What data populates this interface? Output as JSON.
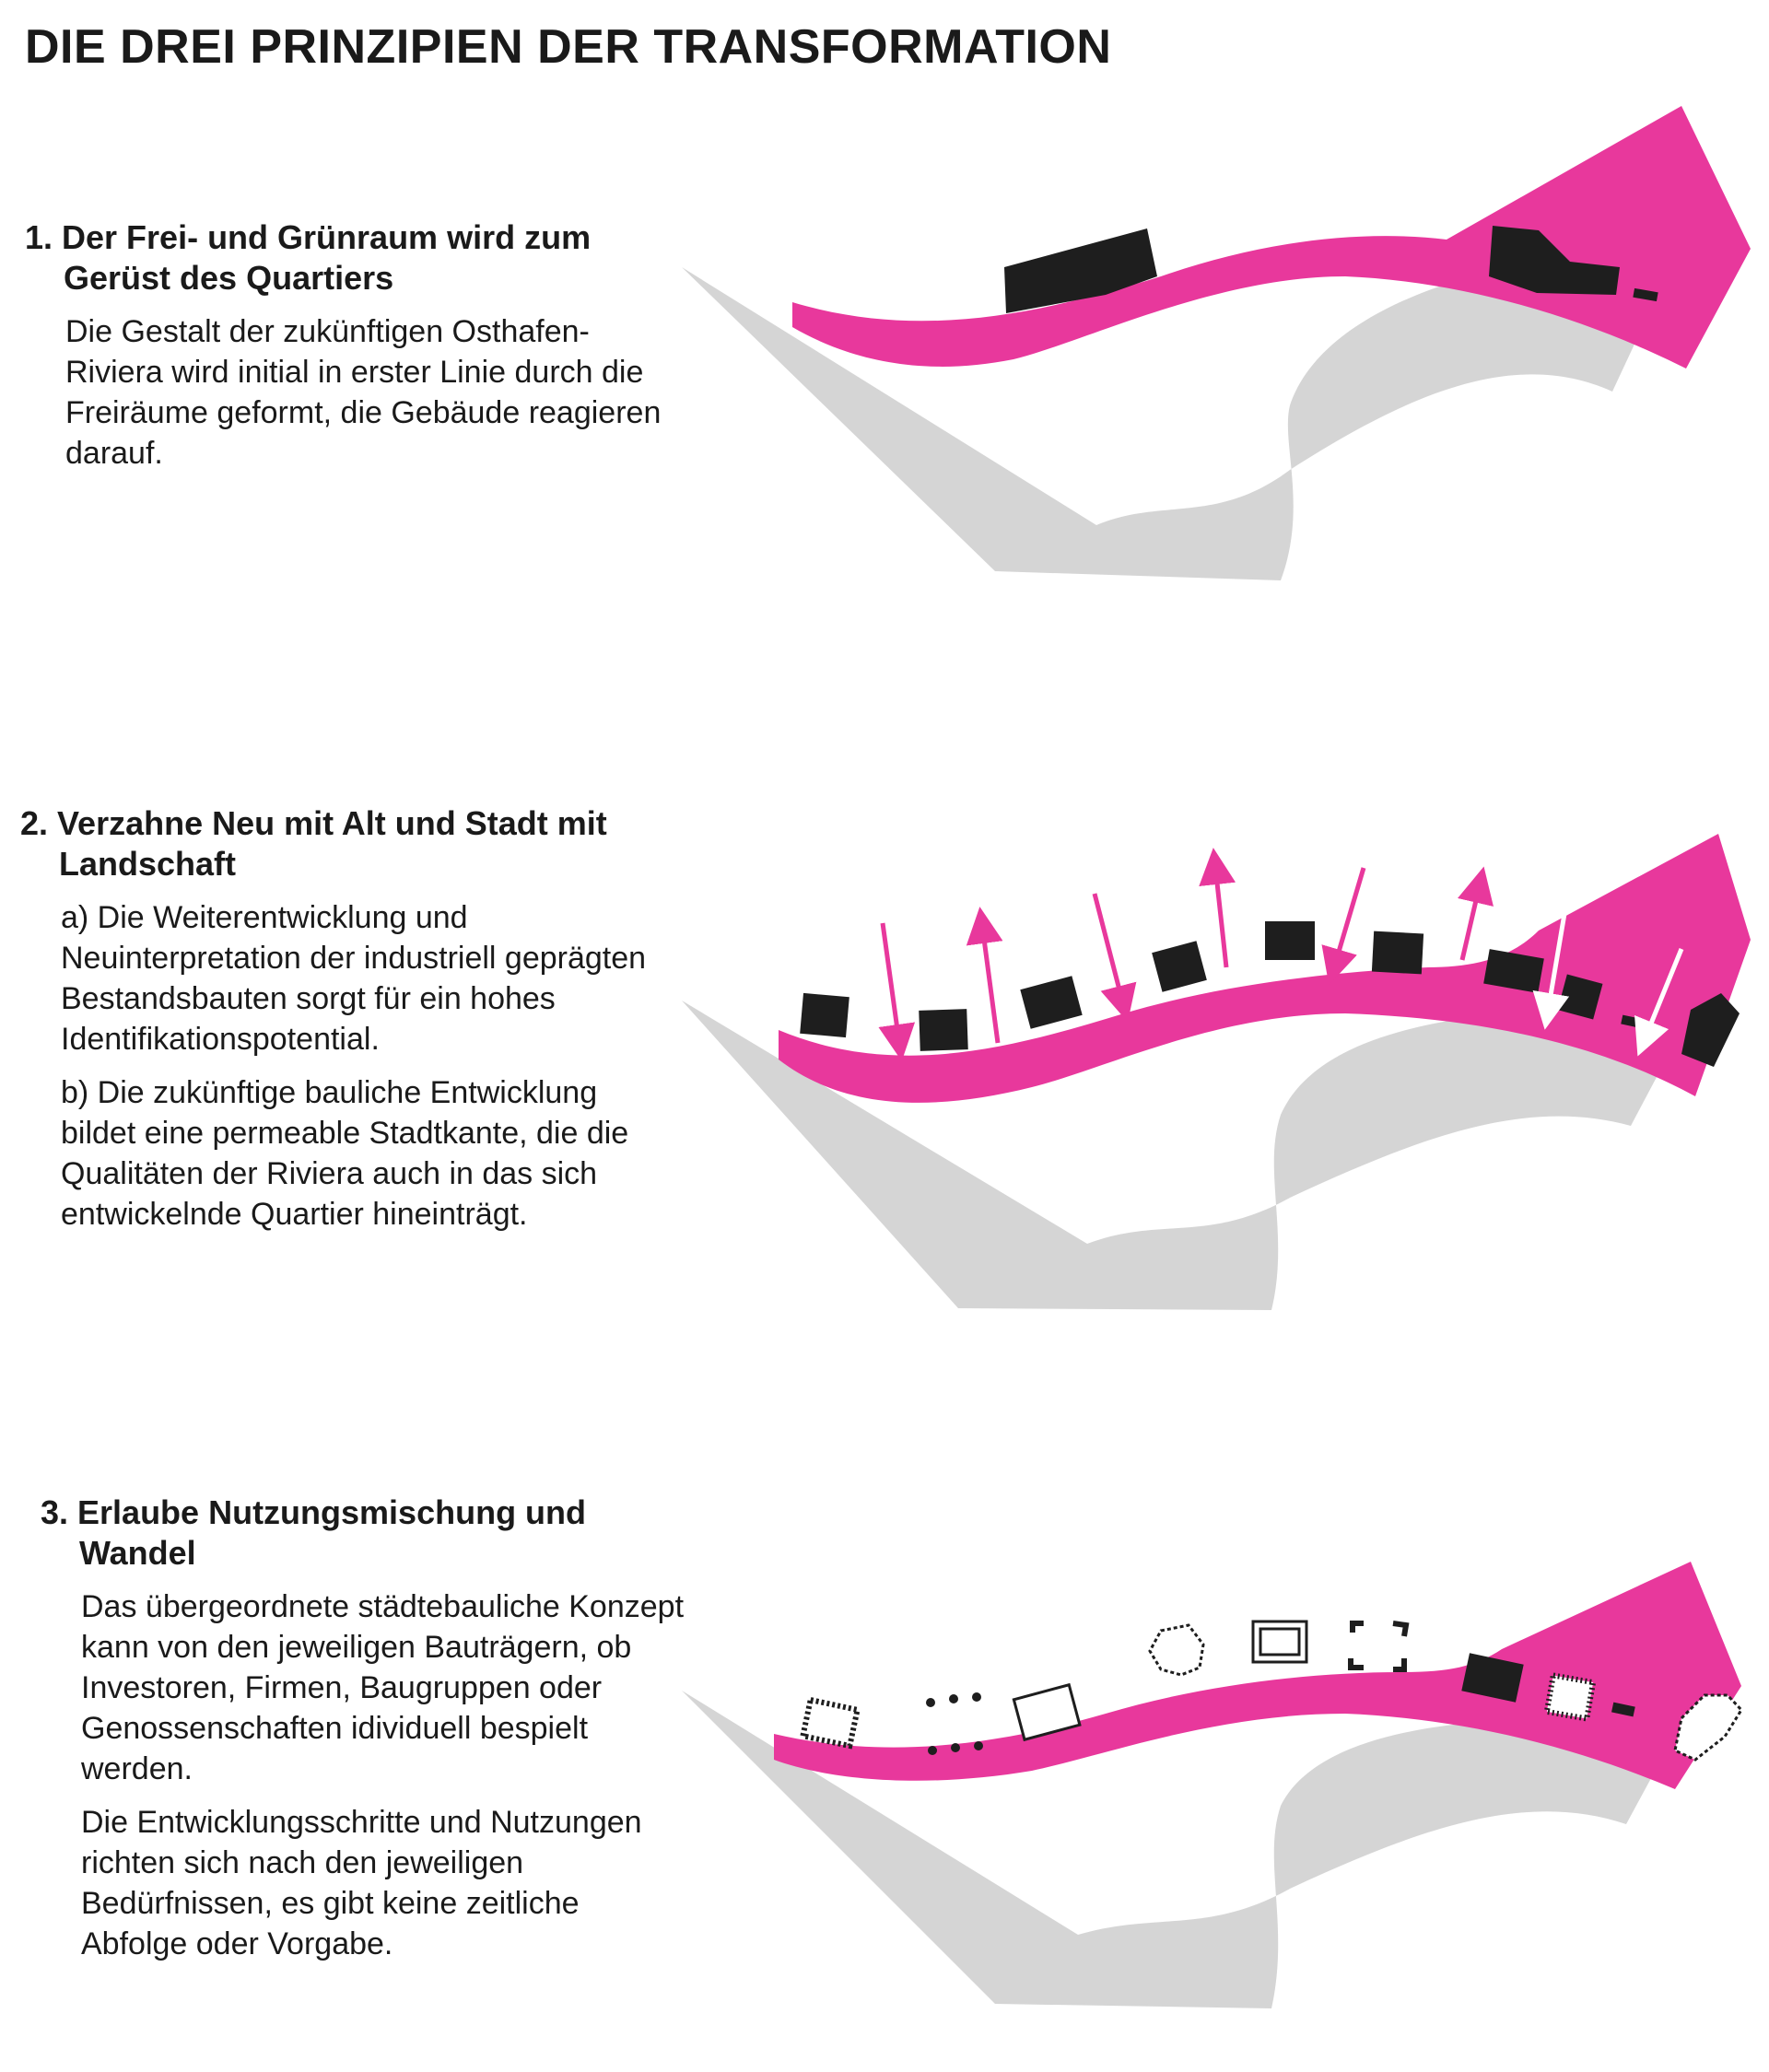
{
  "title": "DIE DREI PRINZIPIEN DER TRANSFORMATION",
  "colors": {
    "accent": "#e8389c",
    "ground": "#d5d5d5",
    "building": "#1e1e1e"
  },
  "principles": [
    {
      "heading": "1.  Der Frei- und Grünraum wird zum Gerüst des Quartiers",
      "paragraphs": [
        "Die Gestalt der zukünftigen Osthafen-Riviera wird initial in erster Linie durch die Freiräume geformt, die Gebäude reagieren darauf."
      ]
    },
    {
      "heading": "2. Verzahne Neu mit Alt und Stadt mit Landschaft",
      "paragraphs": [
        "a) Die Weiterentwicklung und Neuinterpretation der industriell geprägten Bestandsbauten sorgt für ein hohes Identifikationspotential.",
        "b) Die zukünftige bauliche Entwicklung bildet eine permeable Stadtkante, die die Qualitäten der Riviera auch in das sich entwickelnde Quartier hineinträgt."
      ]
    },
    {
      "heading": "3. Erlaube Nutzungsmischung und Wandel",
      "paragraphs": [
        "Das übergeordnete städtebauliche Konzept kann von den jeweiligen Bauträgern, ob Investoren, Firmen, Baugruppen oder Genossenschaften idividuell bespielt werden.",
        "Die Entwicklungsschritte und Nutzungen richten sich nach den jeweiligen Bedürfnissen, es gibt keine zeitliche Abfolge oder Vorgabe."
      ]
    }
  ]
}
